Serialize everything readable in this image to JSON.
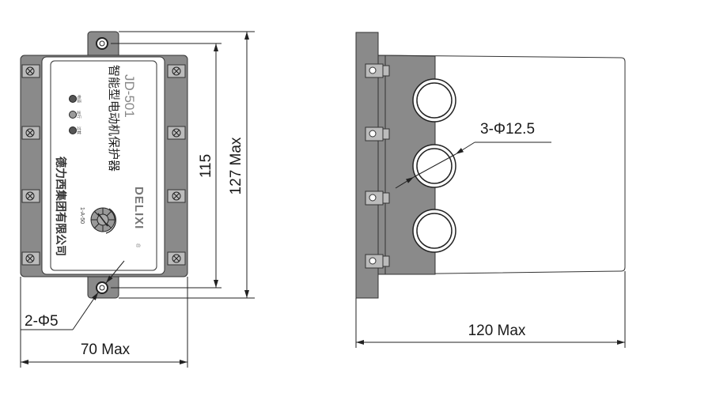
{
  "front_view": {
    "model": "JD-501",
    "product_name": "智能型电动机保护器",
    "brand": "DELIXI",
    "brand_mark": "®",
    "company": "德力西集团有限公司",
    "indicators": [
      "电源",
      "运行",
      "过载"
    ],
    "knob_label": "1-A-50",
    "dim_width": "70 Max",
    "dim_height_total": "127 Max",
    "dim_hole_spacing": "115",
    "dim_mount_holes": "2-Φ5"
  },
  "side_view": {
    "dim_depth": "120 Max",
    "dim_holes": "3-Φ12.5"
  },
  "colors": {
    "body_gray": "#8a8a8a",
    "line": "#222222",
    "led_dark": "#555555",
    "led_light": "#9a9a9a"
  }
}
